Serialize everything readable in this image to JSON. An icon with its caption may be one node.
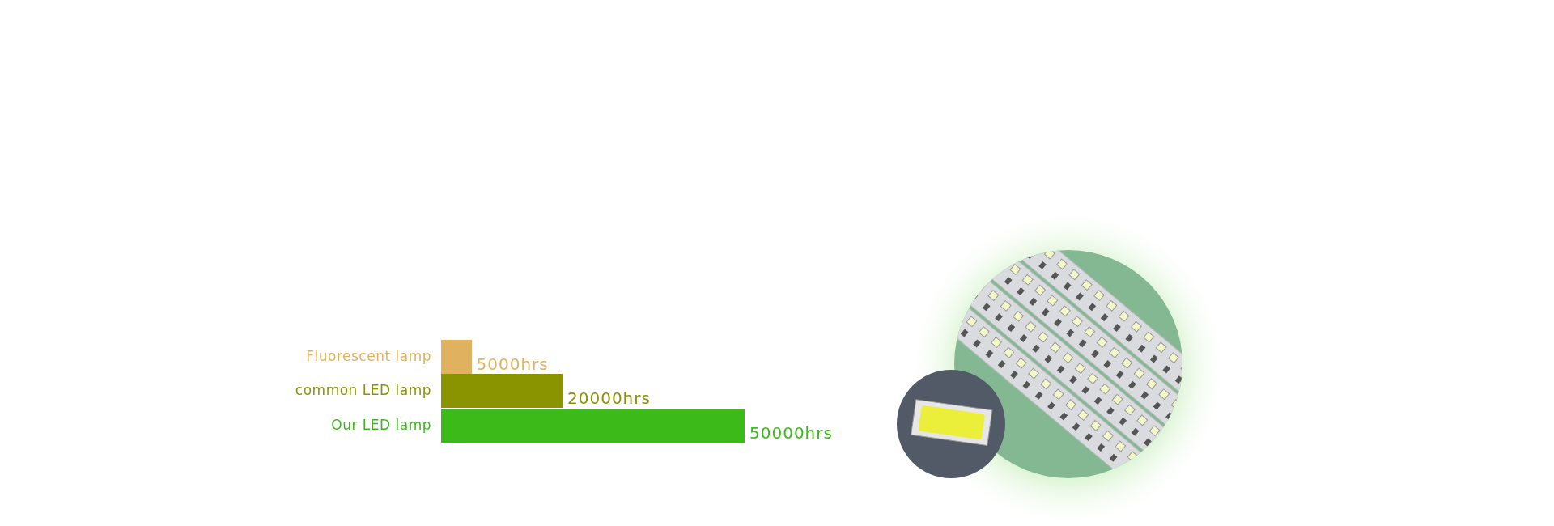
{
  "diagram": {
    "nodes": [
      {
        "text": [],
        "shape": "picture"
      }
    ],
    "edges": [],
    "chart_data": {
      "type": "bar",
      "orientation": "horizontal",
      "categories": [
        "Fluorescent lamp",
        "common LED lamp",
        "Our LED lamp"
      ],
      "values": [
        5000,
        20000,
        50000
      ],
      "value_labels": [
        "5000hrs",
        "20000hrs",
        "50000hrs"
      ]
    }
  }
}
